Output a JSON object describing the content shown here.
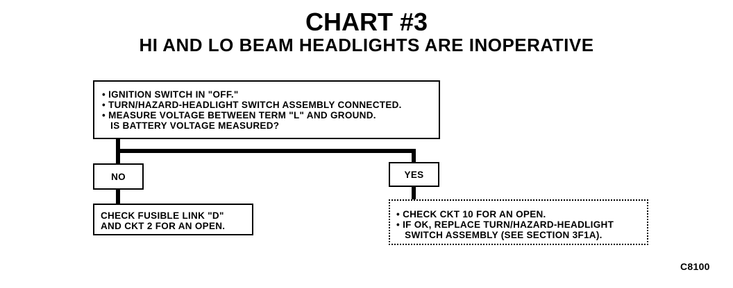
{
  "title": "CHART #3",
  "subtitle": "HI AND LO BEAM HEADLIGHTS ARE INOPERATIVE",
  "start_box": {
    "lines": [
      "• IGNITION SWITCH IN \"OFF.\"",
      "• TURN/HAZARD-HEADLIGHT SWITCH ASSEMBLY CONNECTED.",
      "• MEASURE VOLTAGE BETWEEN TERM \"L\" AND GROUND.",
      "   IS BATTERY VOLTAGE MEASURED?"
    ]
  },
  "no_label": "NO",
  "yes_label": "YES",
  "no_result": {
    "lines": [
      "CHECK FUSIBLE LINK \"D\"",
      "AND CKT 2 FOR AN OPEN."
    ]
  },
  "yes_result": {
    "lines": [
      "• CHECK CKT 10 FOR AN OPEN.",
      "• IF OK, REPLACE TURN/HAZARD-HEADLIGHT",
      "   SWITCH ASSEMBLY (SEE SECTION 3F1A)."
    ]
  },
  "figure_code": "C8100"
}
